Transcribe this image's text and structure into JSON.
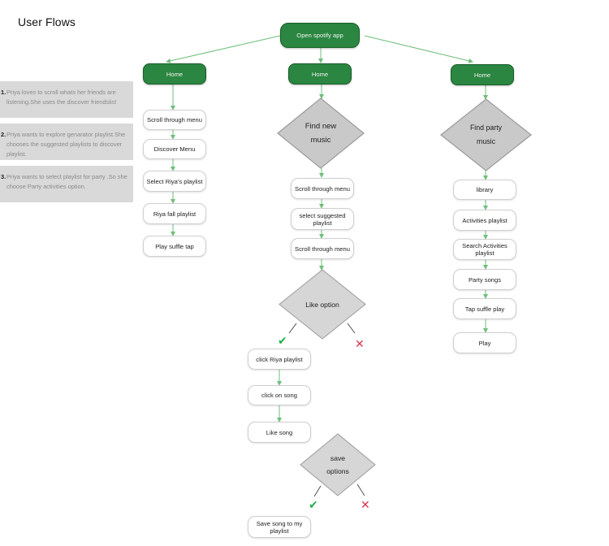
{
  "title": "User Flows",
  "colors": {
    "green_node": "#2a8640",
    "connector": "#6fbf7c",
    "decision": "#d6d6d6",
    "note_bg": "#d9d9d9",
    "yes": "#23b04b",
    "no": "#d9364b"
  },
  "notes": [
    {
      "num": "1.",
      "text": "Priya loves to scroll whats her friends are listening.She uses the discover friendslist"
    },
    {
      "num": "2.",
      "text": "Priya wants to explore genarator playlist.She chooses the suggested playlists to discover playlist."
    },
    {
      "num": "3.",
      "text": "Priya wants to select playlist for party .So she choose Party activities option."
    }
  ],
  "start": {
    "label": "Open spotify app"
  },
  "flow1": {
    "home": "Home",
    "steps": [
      "Scroll through menu",
      "Discover Menu",
      "Select Riya's playlist",
      "Riya fall playlist",
      "Play suffle tap"
    ]
  },
  "flow2": {
    "home": "Home",
    "decision1": {
      "line1": "Find new",
      "line2": "music"
    },
    "steps": [
      "Scroll through menu",
      "select suggested playlist",
      "Scroll through menu"
    ],
    "decision2": "Like option",
    "yes_steps": [
      "click Riya playlist",
      "click on song",
      "Like song"
    ],
    "decision3": {
      "line1": "save",
      "line2": "options"
    },
    "final": "Save song to my playlist"
  },
  "flow3": {
    "home": "Home",
    "decision": {
      "line1": "Find party",
      "line2": "music"
    },
    "steps": [
      "library",
      "Activities playlist",
      "Search Activities playlist",
      "Party songs",
      "Tap suffle play",
      "Play"
    ]
  },
  "marks": {
    "yes": "✔",
    "no": "✕"
  }
}
